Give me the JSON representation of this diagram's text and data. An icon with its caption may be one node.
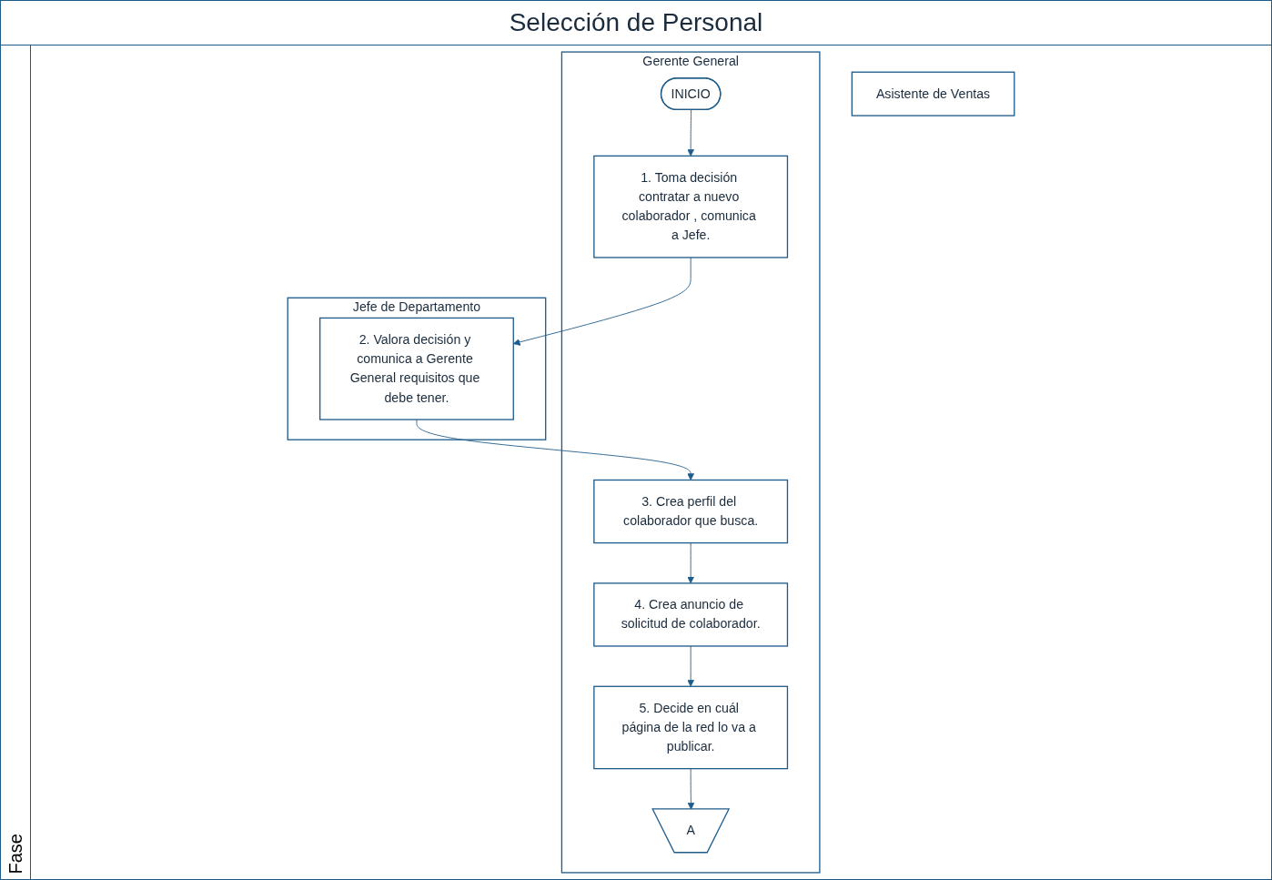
{
  "diagram": {
    "title": "Selección de Personal",
    "nodes": [
      {
        "text": [
          "Gerente General"
        ]
      },
      {
        "text": [
          "Jefe de Departamento"
        ]
      },
      {
        "text": [
          "Asistente de Ventas"
        ]
      },
      {
        "text": [
          "INICIO"
        ],
        "in": 0
      },
      {
        "text": [
          "1. Toma decisión contratar a nuevo colaborador , comunica a Jefe."
        ],
        "in": 0
      },
      {
        "text": [
          "2. Valora decisión y comunica a Gerente General requisitos que debe tener."
        ],
        "in": 1
      },
      {
        "text": [
          "3. Crea perfil del colaborador que busca."
        ],
        "in": 0
      },
      {
        "text": [
          "4. Crea anuncio de solicitud de colaborador."
        ],
        "in": 0
      },
      {
        "text": [
          "5. Decide en cuál página de la red lo va a publicar."
        ],
        "in": 0
      },
      {
        "text": [
          "A"
        ],
        "in": 0
      }
    ],
    "edges": [
      {
        "from": 3,
        "to": 4,
        "arrow": "to"
      },
      {
        "from": 4,
        "to": 5,
        "arrow": "to"
      },
      {
        "from": 5,
        "to": 6,
        "arrow": "to"
      },
      {
        "from": 6,
        "to": 7,
        "arrow": "to"
      },
      {
        "from": 7,
        "to": 8,
        "arrow": "to"
      },
      {
        "from": 8,
        "to": 9,
        "arrow": "to"
      }
    ],
    "labels": [
      "Fase"
    ]
  }
}
